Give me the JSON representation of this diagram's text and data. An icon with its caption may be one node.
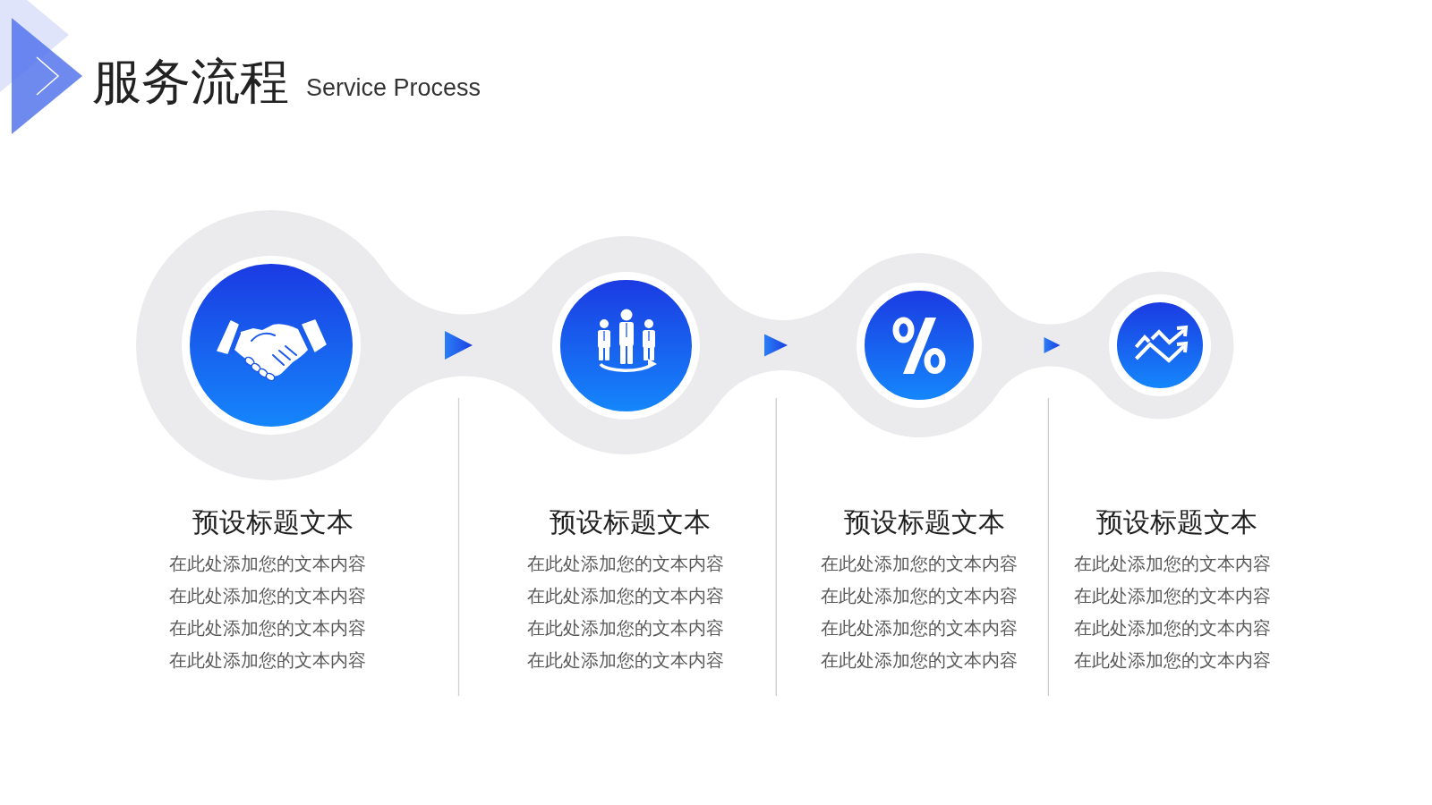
{
  "diagram": {
    "title": "服务流程",
    "nodes": [
      {
        "text": [],
        "shape": "circle",
        "beside": [
          "预设标题文本",
          "在此处添加您的文本内容在此处添加您的文本内容在此处添加您的文本内容在此处添加您的文本内容"
        ]
      },
      {
        "text": [],
        "shape": "circle",
        "beside": [
          "预设标题文本",
          "在此处添加您的文本内容在此处添加您的文本内容在此处添加您的文本内容在此处添加您的文本内容"
        ]
      },
      {
        "text": [],
        "shape": "circle",
        "beside": [
          "预设标题文本",
          "在此处添加您的文本内容在此处添加您的文本内容在此处添加您的文本内容在此处添加您的文本内容"
        ]
      },
      {
        "text": [],
        "shape": "circle",
        "beside": [
          "预设标题文本",
          "在此处添加您的文本内容在此处添加您的文本内容在此处添加您的文本内容在此处添加您的文本内容"
        ]
      }
    ],
    "edges": [
      {
        "from": 0,
        "to": 1,
        "arrow": "to"
      },
      {
        "from": 1,
        "to": 2,
        "arrow": "to"
      },
      {
        "from": 2,
        "to": 3,
        "arrow": "to"
      }
    ],
    "labels": [
      "Service Process"
    ]
  }
}
